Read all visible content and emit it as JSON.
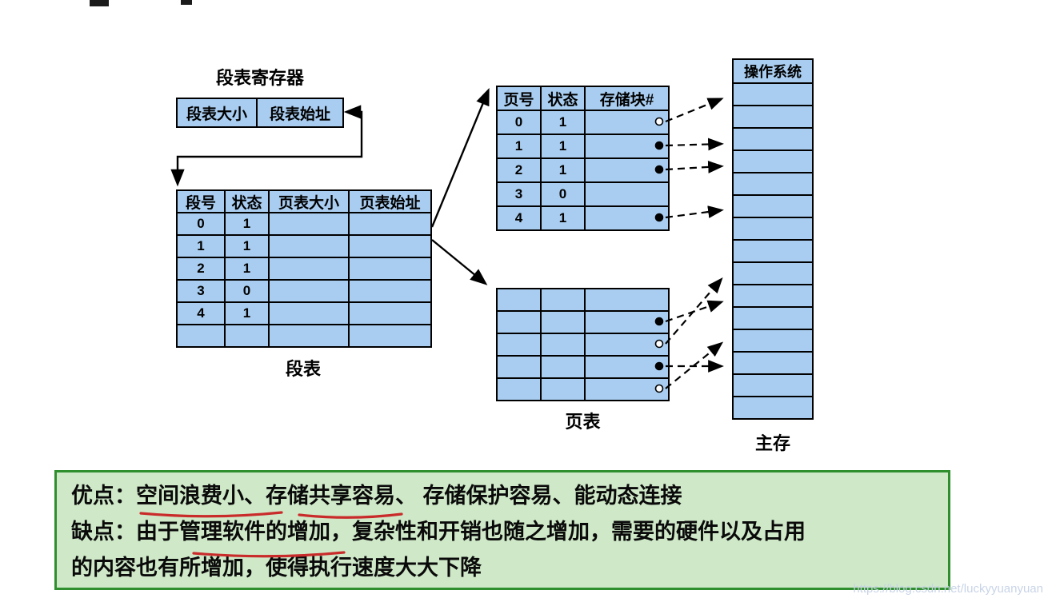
{
  "diagram": {
    "seg_register": {
      "title": "段表寄存器",
      "headers": [
        "段表大小",
        "段表始址"
      ]
    },
    "segment_table": {
      "label": "段表",
      "headers": [
        "段号",
        "状态",
        "页表大小",
        "页表始址"
      ],
      "rows": [
        [
          "0",
          "1",
          "",
          ""
        ],
        [
          "1",
          "1",
          "",
          ""
        ],
        [
          "2",
          "1",
          "",
          ""
        ],
        [
          "3",
          "0",
          "",
          ""
        ],
        [
          "4",
          "1",
          "",
          ""
        ],
        [
          "",
          "",
          "",
          ""
        ]
      ]
    },
    "page_table_top": {
      "headers": [
        "页号",
        "状态",
        "存储块#"
      ],
      "rows": [
        [
          "0",
          "1",
          ""
        ],
        [
          "1",
          "1",
          ""
        ],
        [
          "2",
          "1",
          ""
        ],
        [
          "3",
          "0",
          ""
        ],
        [
          "4",
          "1",
          ""
        ]
      ]
    },
    "page_table_bottom": {
      "label": "页表",
      "rows": 5
    },
    "main_memory": {
      "headers": [
        "操作系统"
      ],
      "label": "主存",
      "rows": 15
    }
  },
  "notes": {
    "line1": "优点：空间浪费小、存储共享容易、 存储保护容易、能动态连接",
    "line2": "缺点：由于管理软件的增加，复杂性和开销也随之增加，需要的硬件以及占用",
    "line3": "的内容也有所增加，使得执行速度大大下降"
  },
  "watermark": "https://blog.csdn.net/luckyyuanyuan",
  "colors": {
    "table_fill": "#a9cdf0",
    "note_bg": "#cfe9c8",
    "note_border": "#2f8f2f",
    "annotation_red": "#c92b2b"
  }
}
